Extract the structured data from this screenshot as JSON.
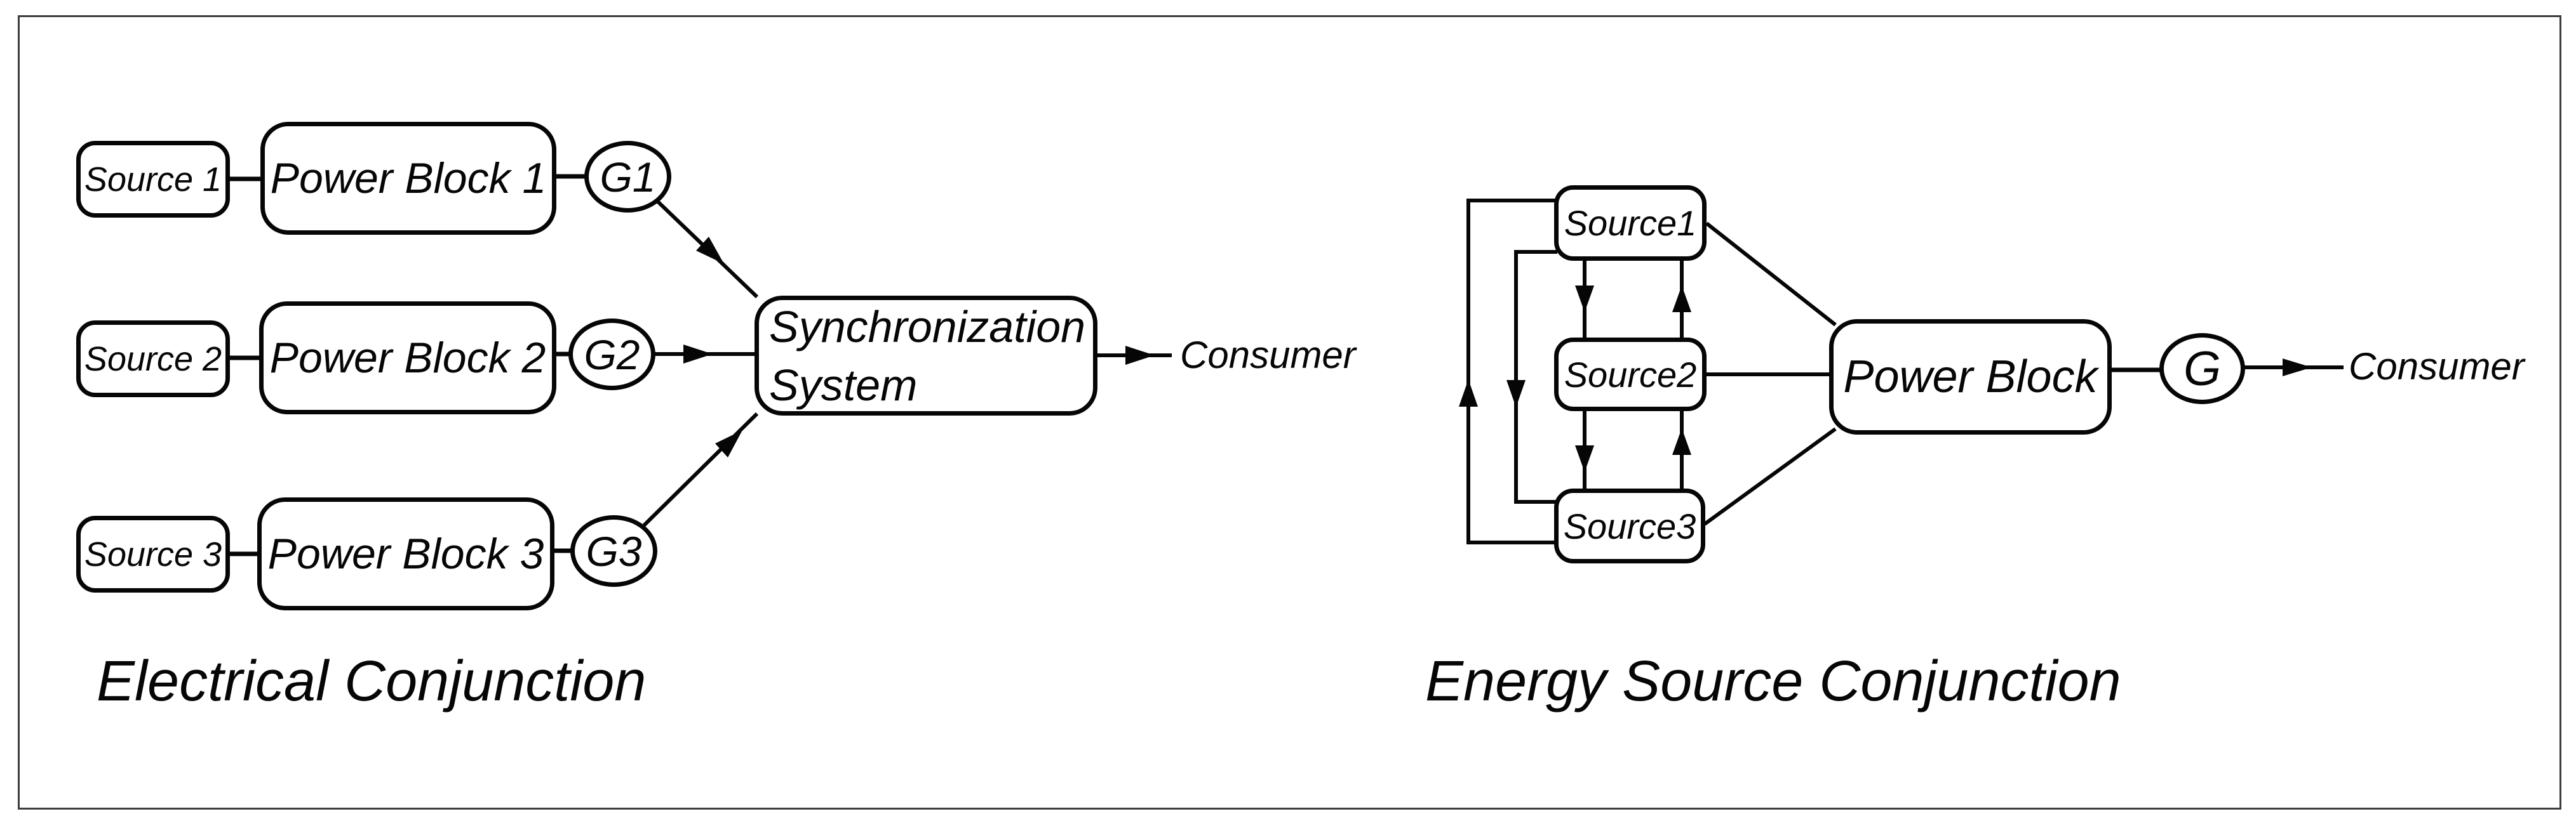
{
  "left_diagram": {
    "caption": "Electrical Conjunction",
    "rows": [
      {
        "source": "Source 1",
        "power_block": "Power Block 1",
        "generator": "G1"
      },
      {
        "source": "Source 2",
        "power_block": "Power Block 2",
        "generator": "G2"
      },
      {
        "source": "Source 3",
        "power_block": "Power Block 3",
        "generator": "G3"
      }
    ],
    "sync_line1": "Synchronization",
    "sync_line2": "System",
    "consumer": "Consumer"
  },
  "right_diagram": {
    "caption": "Energy Source Conjunction",
    "sources": [
      "Source1",
      "Source2",
      "Source3"
    ],
    "power_block": "Power Block",
    "generator": "G",
    "consumer": "Consumer"
  },
  "colors": {
    "stroke": "#060606",
    "background": "#ffffff",
    "frame_border": "#3d3d3d"
  }
}
